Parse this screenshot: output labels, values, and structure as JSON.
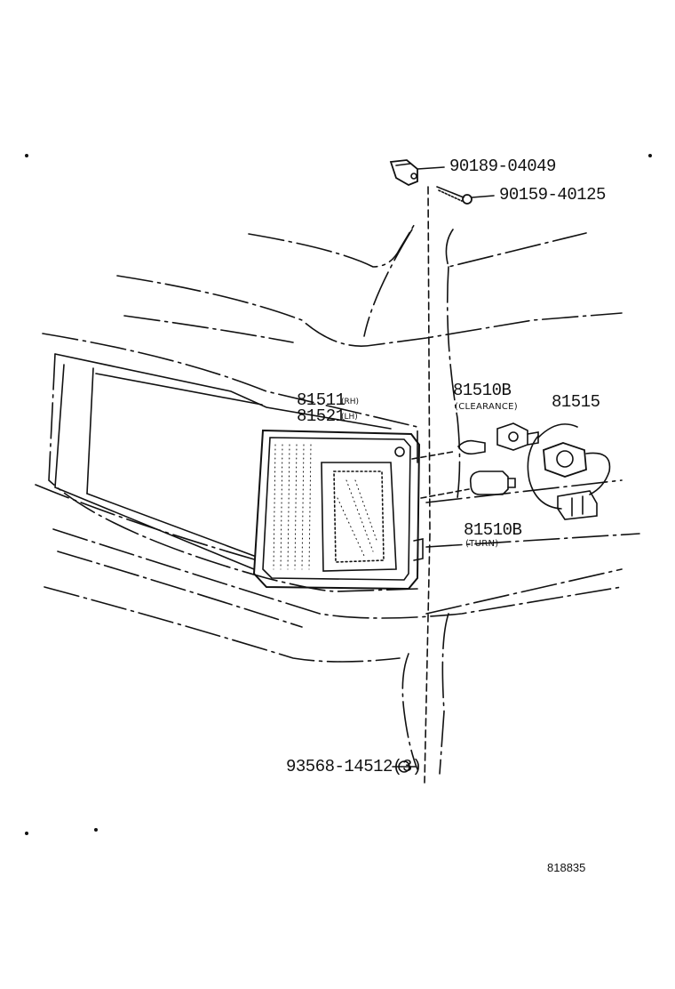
{
  "parts": {
    "clip": {
      "number": "90189-04049"
    },
    "screw": {
      "number": "90159-40125"
    },
    "lamp_rh": {
      "number": "81511",
      "side": "RH"
    },
    "lamp_lh": {
      "number": "81521",
      "side": "LH"
    },
    "bulb_clearance": {
      "number": "81510B",
      "note": "(CLEARANCE)"
    },
    "bulb_turn": {
      "number": "81510B",
      "note": "(TURN)"
    },
    "socket": {
      "number": "81515"
    },
    "bottom_screw": {
      "number": "93568-14512",
      "qty": "(3)"
    }
  },
  "diagram_ref": "818835",
  "colors": {
    "ink": "#111111",
    "paper": "#ffffff"
  }
}
